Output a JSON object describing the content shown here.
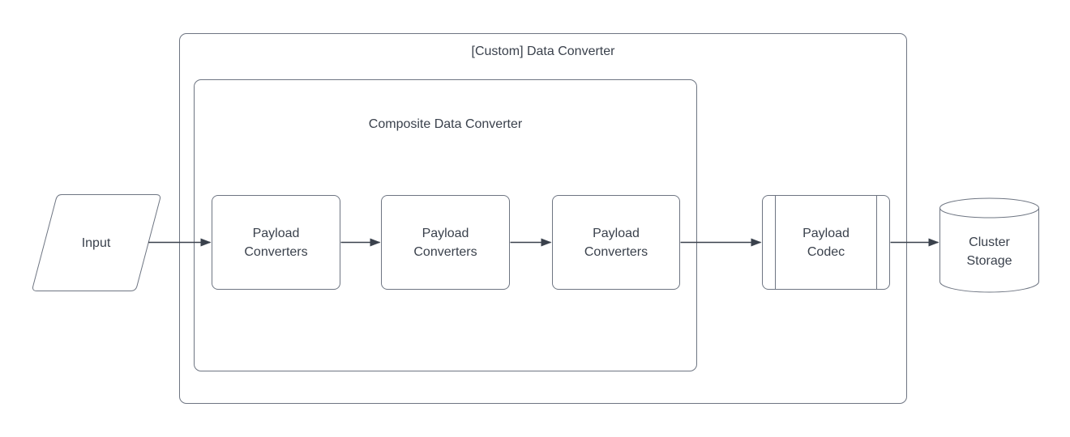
{
  "diagram": {
    "title_region": "flowchart",
    "colors": {
      "background": "#ffffff",
      "shape_stroke": "#6e7582",
      "shape_fill": "#ffffff",
      "arrow": "#3a414c",
      "text": "#3a414c"
    },
    "containers": {
      "custom_data_converter": {
        "label": "[Custom] Data Converter"
      },
      "composite_data_converter": {
        "label": "Composite Data Converter"
      }
    },
    "nodes": {
      "input": {
        "label": "Input",
        "shape": "parallelogram"
      },
      "payload_converter_1": {
        "label": "Payload Converters",
        "shape": "rounded-rect"
      },
      "payload_converter_2": {
        "label": "Payload Converters",
        "shape": "rounded-rect"
      },
      "payload_converter_3": {
        "label": "Payload Converters",
        "shape": "rounded-rect"
      },
      "payload_codec": {
        "label": "Payload Codec",
        "shape": "subroutine"
      },
      "cluster_storage": {
        "label": "Cluster Storage",
        "shape": "cylinder"
      }
    },
    "connectors": [
      {
        "from": "input",
        "to": "payload_converter_1"
      },
      {
        "from": "payload_converter_1",
        "to": "payload_converter_2"
      },
      {
        "from": "payload_converter_2",
        "to": "payload_converter_3"
      },
      {
        "from": "payload_converter_3",
        "to": "payload_codec"
      },
      {
        "from": "payload_codec",
        "to": "cluster_storage"
      }
    ]
  }
}
